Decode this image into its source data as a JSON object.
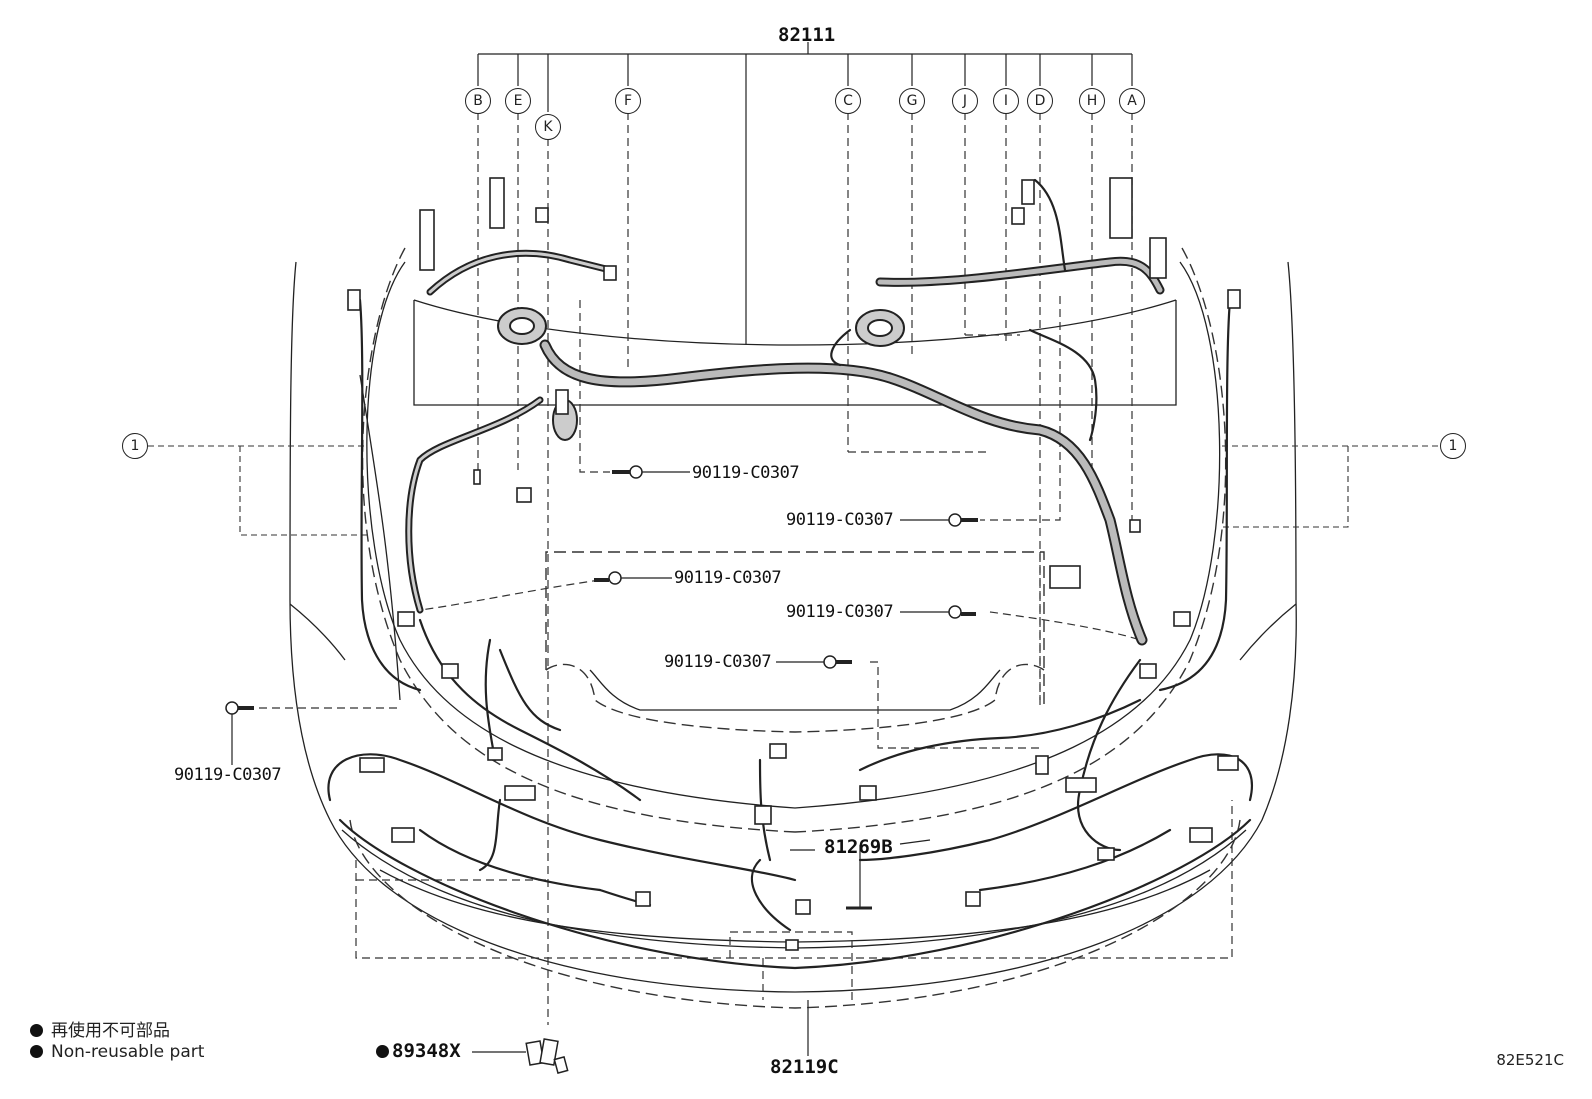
{
  "parts": {
    "main_harness": "82111",
    "bumper_harness": "82119C",
    "wire_81269": "81269B",
    "clip": "89348X",
    "bolt": "90119-C0307"
  },
  "callouts": {
    "A": "A",
    "B": "B",
    "C": "C",
    "D": "D",
    "E": "E",
    "F": "F",
    "G": "G",
    "H": "H",
    "I": "I",
    "J": "J",
    "K": "K",
    "one": "1"
  },
  "legend": {
    "jp": "再使用不可部品",
    "en": "Non-reusable part"
  },
  "diagram_code": "82E521C"
}
